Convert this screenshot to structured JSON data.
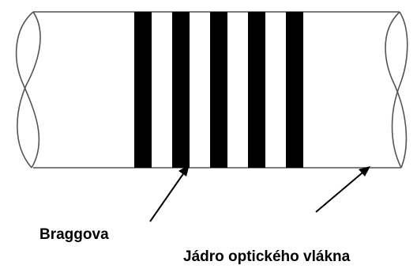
{
  "labels": {
    "grating": "Braggova",
    "core": "Jádro optického vlákna"
  },
  "grating": {
    "band_count": 5
  },
  "colors": {
    "band": "#000000",
    "outline": "#555555",
    "text": "#000000",
    "background": "#ffffff"
  }
}
